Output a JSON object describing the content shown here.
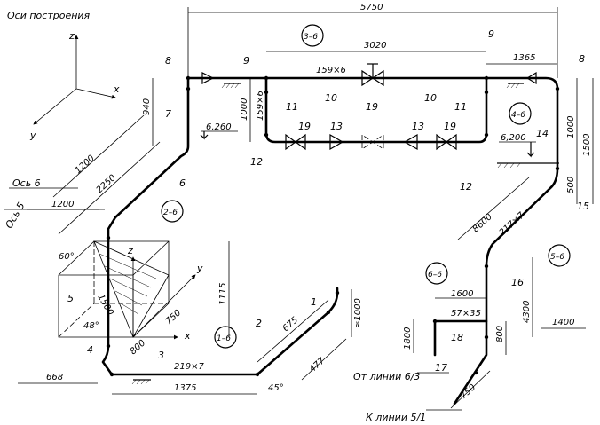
{
  "title": "Оси построения",
  "axes": {
    "z": "z",
    "x": "x",
    "y": "y"
  },
  "axis_labels": {
    "os6": "Ось 6",
    "os5": "Ось 5"
  },
  "circled": {
    "c1": "1–6",
    "c2": "2–6",
    "c3": "3–6",
    "c4": "4–6",
    "c5": "5–6",
    "c6": "6–6"
  },
  "positions": {
    "p1": "1",
    "p2": "2",
    "p3": "3",
    "p4": "4",
    "p5": "5",
    "p6": "6",
    "p7": "7",
    "p8l": "8",
    "p8r": "8",
    "p9l": "9",
    "p9r": "9",
    "p10l": "10",
    "p10r": "10",
    "p11l": "11",
    "p11r": "11",
    "p12l": "12",
    "p12r": "12",
    "p13l": "13",
    "p13r": "13",
    "p14": "14",
    "p15": "15",
    "p16": "16",
    "p17": "17",
    "p18": "18",
    "p19l": "19",
    "p19c": "19",
    "p19r": "19"
  },
  "dimensions": {
    "d5750": "5750",
    "d3020": "3020",
    "d1365": "1365",
    "d940": "940",
    "d1000a": "1000",
    "d1000b": "1000",
    "d1500": "1500",
    "d500": "500",
    "d1200a": "1200",
    "d2250": "2250",
    "d1200b": "1200",
    "d1500c": "1500",
    "d1115": "1115",
    "d750a": "750",
    "d800a": "800",
    "d668": "668",
    "d1375": "1375",
    "d675": "675",
    "d477": "477",
    "d1000c": "≈1000",
    "d8600": "8600",
    "d1600": "1600",
    "d4300": "4300",
    "d1400": "1400",
    "d1800": "1800",
    "d800b": "800",
    "d750b": "750"
  },
  "pipe_specs": {
    "s159a": "159×6",
    "s159b": "159×6",
    "s219a": "219×7",
    "s219b": "217×7",
    "s57": "57×35"
  },
  "elevations": {
    "e1": "6,260",
    "e2": "6,200"
  },
  "angles": {
    "a60": "60°",
    "a48": "48°",
    "a45": "45°"
  },
  "notes": {
    "from": "От линии 6/3",
    "to": "К линии 5/1"
  }
}
